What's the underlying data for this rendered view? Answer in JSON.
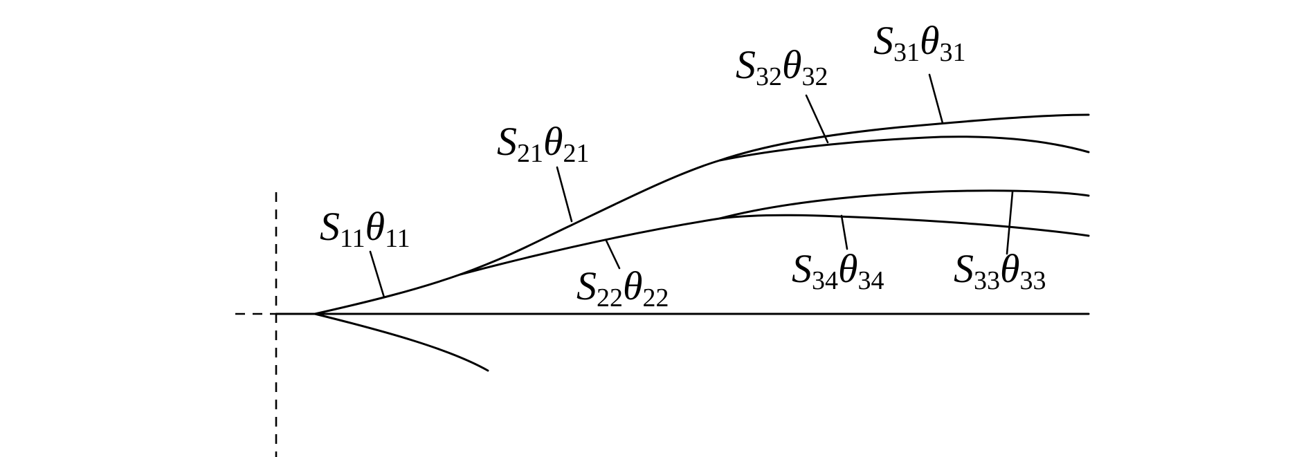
{
  "diagram": {
    "labels": [
      {
        "id": "s11",
        "symbol": "S",
        "symbol_sub": "11",
        "angle": "θ",
        "angle_sub": "11"
      },
      {
        "id": "s21",
        "symbol": "S",
        "symbol_sub": "21",
        "angle": "θ",
        "angle_sub": "21"
      },
      {
        "id": "s22",
        "symbol": "S",
        "symbol_sub": "22",
        "angle": "θ",
        "angle_sub": "22"
      },
      {
        "id": "s31",
        "symbol": "S",
        "symbol_sub": "31",
        "angle": "θ",
        "angle_sub": "31"
      },
      {
        "id": "s32",
        "symbol": "S",
        "symbol_sub": "32",
        "angle": "θ",
        "angle_sub": "32"
      },
      {
        "id": "s33",
        "symbol": "S",
        "symbol_sub": "33",
        "angle": "θ",
        "angle_sub": "33"
      },
      {
        "id": "s34",
        "symbol": "S",
        "symbol_sub": "34",
        "angle": "θ",
        "angle_sub": "34"
      }
    ],
    "line_color": "#000000",
    "background": "#ffffff"
  }
}
